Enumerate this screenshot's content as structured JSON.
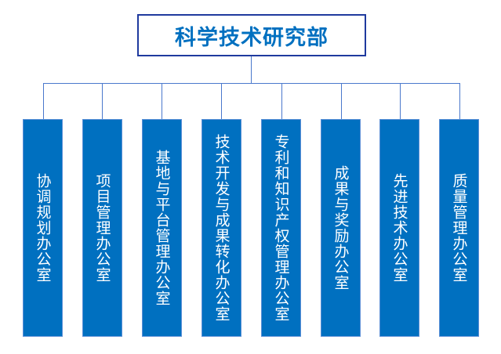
{
  "root": {
    "title": "科学技术研究部"
  },
  "offices": [
    {
      "label": "协调规划办公室"
    },
    {
      "label": "项目管理办公室"
    },
    {
      "label": "基地与平台管理办公室"
    },
    {
      "label": "技术开发与成果转化办公室"
    },
    {
      "label": "专利和知识产权管理办公室"
    },
    {
      "label": "成果与奖励办公室"
    },
    {
      "label": "先进技术办公室"
    },
    {
      "label": "质量管理办公室"
    }
  ],
  "colors": {
    "box": "#0070c0",
    "line": "#4a78cc",
    "title_border": "#1f3a9e",
    "title_text": "#0070c0"
  }
}
